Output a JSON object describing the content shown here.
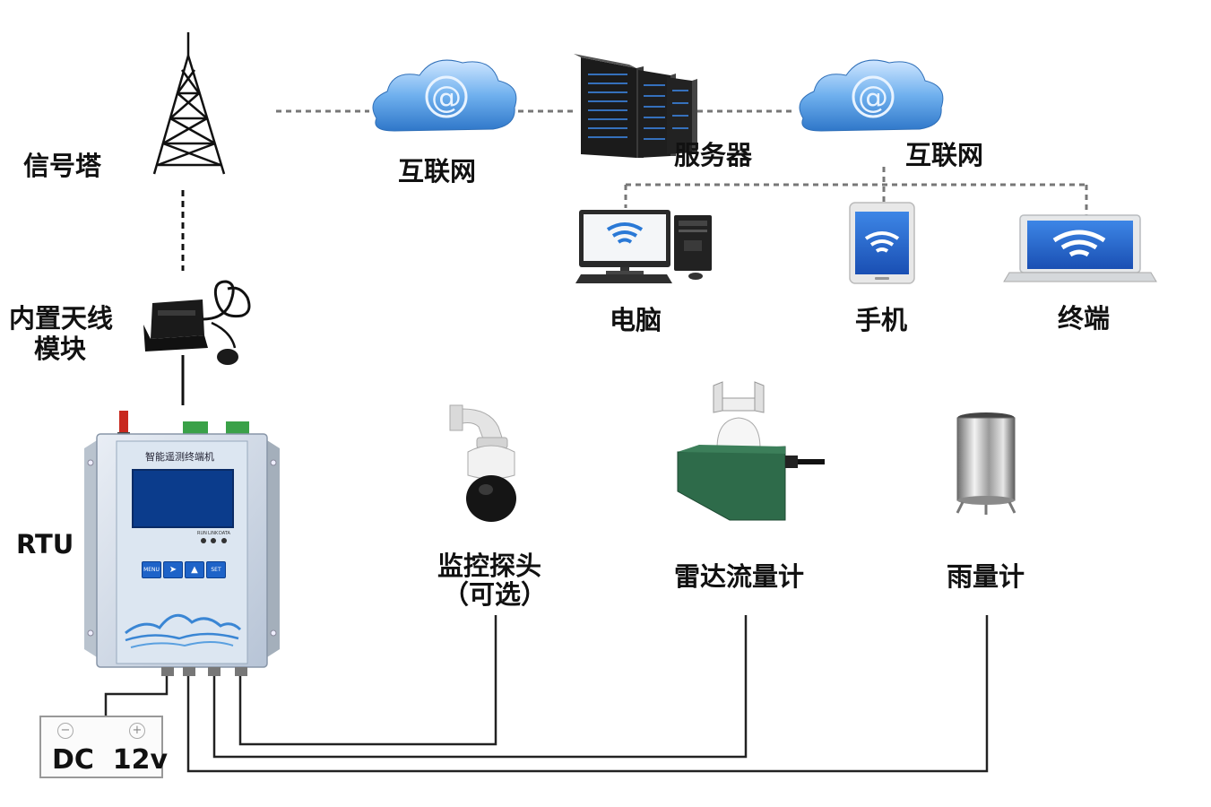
{
  "labels": {
    "signal_tower": "信号塔",
    "internet_left": "互联网",
    "server": "服务器",
    "internet_right": "互联网",
    "antenna_module_line1": "内置天线",
    "antenna_module_line2": "模块",
    "computer": "电脑",
    "phone": "手机",
    "terminal": "终端",
    "rtu": "RTU",
    "camera_line1": "监控探头",
    "camera_line2": "（可选）",
    "radar_flowmeter": "雷达流量计",
    "rain_gauge": "雨量计"
  },
  "rtu_device": {
    "title": "智能遥测终端机",
    "led_labels": [
      "RUN",
      "LINK",
      "DATA"
    ],
    "buttons": [
      "MENU",
      "",
      "",
      "SET"
    ]
  },
  "power": {
    "text": "DC  12v",
    "terminals": [
      "−",
      "+"
    ]
  },
  "cloud_symbol": "@",
  "colors": {
    "cloud": "#4a90d9",
    "screen": "#1f5fc9",
    "enclosure": "#c9d6e6",
    "radar_body": "#2e6b4a",
    "line": "#222222",
    "dashed": "#777777"
  }
}
